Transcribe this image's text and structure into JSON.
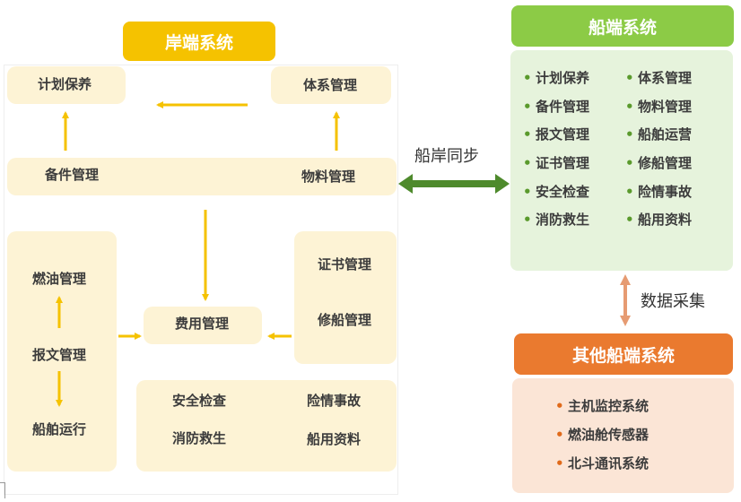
{
  "shore": {
    "title": "岸端系统",
    "nodes": {
      "plan_maintenance": "计划保养",
      "system_management": "体系管理",
      "spare_parts": "备件管理",
      "materials": "物料管理",
      "fuel": "燃油管理",
      "report": "报文管理",
      "ship_operation": "船舶运行",
      "cost": "费用管理",
      "certificate": "证书管理",
      "ship_repair": "修船管理",
      "safety_check": "安全检查",
      "emergency": "险情事故",
      "fire_rescue": "消防救生",
      "ship_materials": "船用资料"
    }
  },
  "ship": {
    "title": "船端系统",
    "items_left": [
      "计划保养",
      "备件管理",
      "报文管理",
      "证书管理",
      "安全检查",
      "消防救生"
    ],
    "items_right": [
      "体系管理",
      "物料管理",
      "船舶运营",
      "修船管理",
      "险情事故",
      "船用资料"
    ]
  },
  "other": {
    "title": "其他船端系统",
    "items": [
      "主机监控系统",
      "燃油舱传感器",
      "北斗通讯系统"
    ]
  },
  "edges": {
    "sync_label": "船岸同步",
    "collect_label": "数据采集"
  },
  "bullet_char": "•",
  "colors": {
    "shore_title": "#f5c200",
    "ship_title": "#8ccb46",
    "other_title": "#ea7a2f",
    "cream": "#fdf3d5",
    "green_panel": "#e6f3dc",
    "orange_panel": "#fbe5d6",
    "arrow_yellow": "#f5c200",
    "arrow_green": "#4e8a2c",
    "arrow_orange": "#e69b72"
  }
}
